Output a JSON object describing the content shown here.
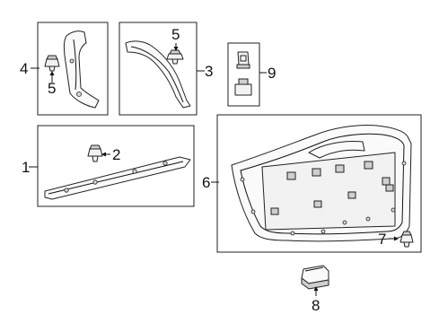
{
  "diagram": {
    "callouts": {
      "c1": "1",
      "c2": "2",
      "c3": "3",
      "c4": "4",
      "c5a": "5",
      "c5b": "5",
      "c6": "6",
      "c7": "7",
      "c8": "8",
      "c9": "9"
    }
  }
}
